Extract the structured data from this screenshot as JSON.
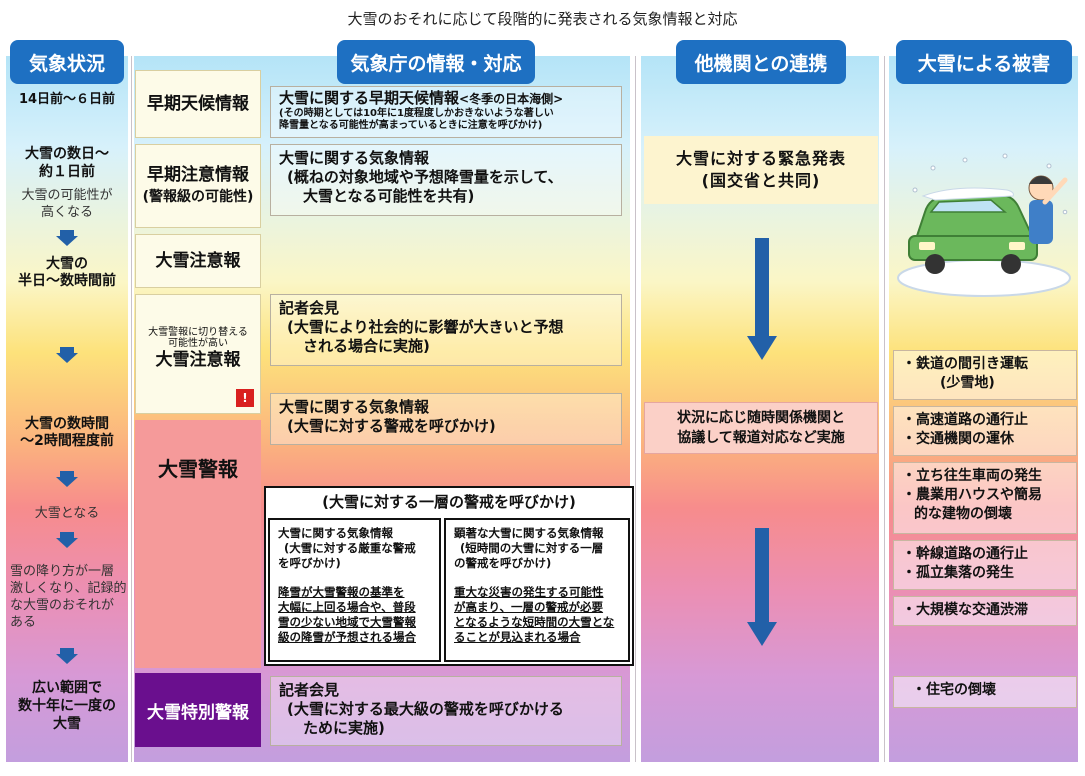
{
  "title": "大雪のおそれに応じて段階的に発表される気象情報と対応",
  "headers": {
    "col1": "気象状況",
    "col2": "気象庁の情報・対応",
    "col3": "他機関との連携",
    "col4": "大雪による被害"
  },
  "situation": {
    "s1": "14日前～６日前",
    "s2a": "大雪の数日～",
    "s2b": "約１日前",
    "s2c": "大雪の可能性が",
    "s2d": "高くなる",
    "s3a": "大雪の",
    "s3b": "半日～数時間前",
    "s4a": "大雪の数時間",
    "s4b": "～2時間程度前",
    "s5": "大雪となる",
    "s6a": "雪の降り方が一層",
    "s6b": "激しくなり、記録的",
    "s6c": "な大雪のおそれが",
    "s6d": "ある",
    "s7a": "広い範囲で",
    "s7b": "数十年に一度の",
    "s7c": "大雪"
  },
  "labels": {
    "early": "早期天候情報",
    "early_notice": "早期注意情報",
    "early_notice_sub": "(警報級の可能性)",
    "advisory": "大雪注意報",
    "switch_note_a": "大雪警報に切り替える",
    "switch_note_b": "可能性が高い",
    "advisory2": "大雪注意報",
    "warning": "大雪警報",
    "special": "大雪特別警報",
    "exclaim": "!"
  },
  "boxes": {
    "early_title": "大雪に関する早期天候情報",
    "early_tag": "<冬季の日本海側>",
    "early_sub_a": "(その時期としては10年に1度程度しかおきないような著しい",
    "early_sub_b": "降雪量となる可能性が高まっているときに注意を呼びかけ)",
    "info1_a": "大雪に関する気象情報",
    "info1_b": "(概ねの対象地域や予想降雪量を示して、",
    "info1_c": "大雪となる可能性を共有)",
    "press1_a": "記者会見",
    "press1_b": "(大雪により社会的に影響が大きいと予想",
    "press1_c": "される場合に実施)",
    "info2_a": "大雪に関する気象情報",
    "info2_b": "(大雪に対する警戒を呼びかけ)",
    "alert_title": "(大雪に対する一層の警戒を呼びかけ)",
    "alert_l1": "大雪に関する気象情報",
    "alert_l2": "(大雪に対する厳重な警戒",
    "alert_l3": "を呼びかけ)",
    "alert_l4": "降雪が大雪警報の基準を",
    "alert_l5": "大幅に上回る場合や、普段",
    "alert_l6": "雪の少ない地域で大雪警報",
    "alert_l7": "級の降雪が予想される場合",
    "alert_r1": "顕著な大雪に関する気象情報",
    "alert_r2": "(短時間の大雪に対する一層",
    "alert_r3": "の警戒を呼びかけ)",
    "alert_r4": "重大な災害の発生する可能性",
    "alert_r5": "が高まり、一層の警戒が必要",
    "alert_r6": "となるような短時間の大雪とな",
    "alert_r7": "ることが見込まれる場合",
    "press2_a": "記者会見",
    "press2_b": "(大雪に対する最大級の警戒を呼びかける",
    "press2_c": "ために実施)"
  },
  "coop": {
    "emergency_a": "大雪に対する緊急発表",
    "emergency_b": "(国交省と共同)",
    "report_a": "状況に応じ随時関係機関と",
    "report_b": "協議して報道対応など実施"
  },
  "damage": {
    "d1a": "・鉄道の間引き運転",
    "d1b": "(少雪地)",
    "d2a": "・高速道路の通行止",
    "d2b": "・交通機関の運休",
    "d3a": "・立ち往生車両の発生",
    "d3b": "・農業用ハウスや簡易",
    "d3c": "的な建物の倒壊",
    "d4a": "・幹線道路の通行止",
    "d4b": "・孤立集落の発生",
    "d5": "・大規模な交通渋滞",
    "d6": "・住宅の倒壊"
  },
  "colors": {
    "header": "#1e70c2",
    "arrow": "#2260a8",
    "warning_bg": "#f59a9a",
    "special_bg": "#6a0f8e"
  }
}
